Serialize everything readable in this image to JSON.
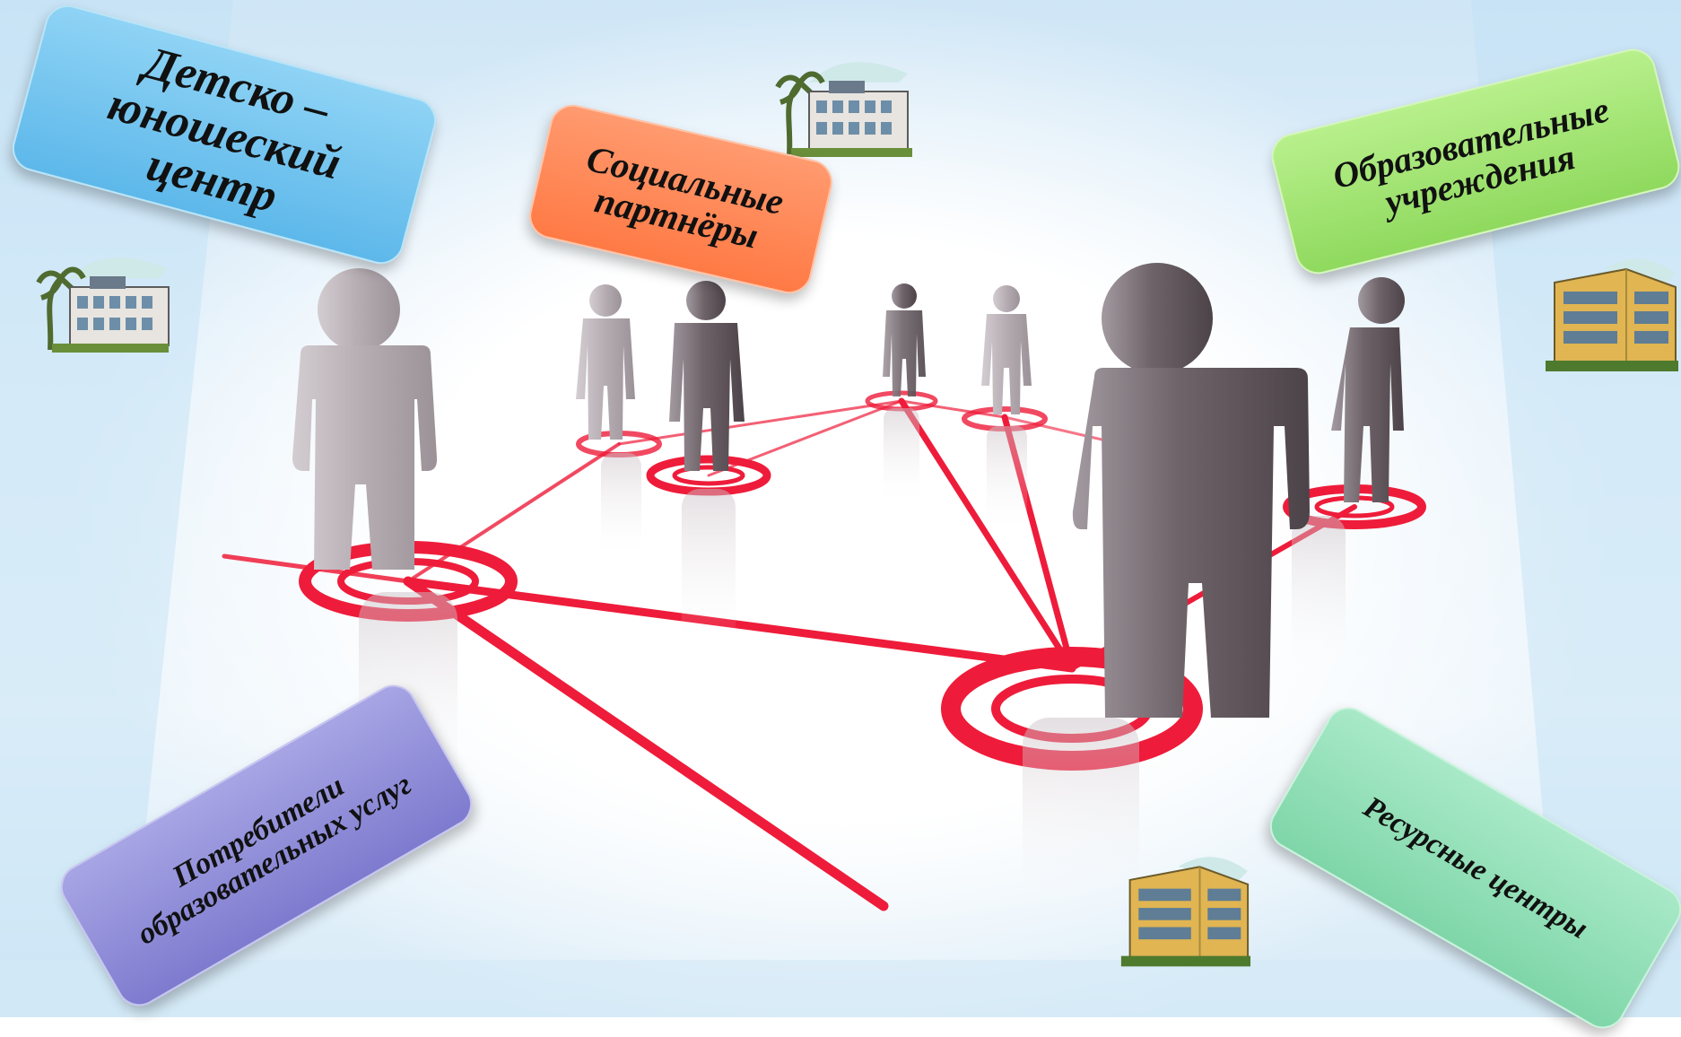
{
  "boxes": {
    "youth_center": [
      "Детско –",
      "юношеский",
      "центр"
    ],
    "social_partners": [
      "Социальные",
      "партнёры"
    ],
    "educational_institutions": [
      "Образовательные",
      "учреждения"
    ],
    "service_consumers": [
      "Потребители",
      "образовательных услуг"
    ],
    "resource_centers": [
      "Ресурсные центры"
    ]
  },
  "icons": [
    "building-icon",
    "building-icon",
    "building-icon",
    "building-icon",
    "building-icon"
  ],
  "colors": {
    "network_line": "#ee1c3a",
    "figure": "#8a7f86",
    "youth_center_box": "#6cc0ee",
    "social_partners_box": "#ff8755",
    "educational_box": "#a3e576",
    "consumers_box": "#8f8cd8",
    "resource_box": "#8fdcb4"
  }
}
